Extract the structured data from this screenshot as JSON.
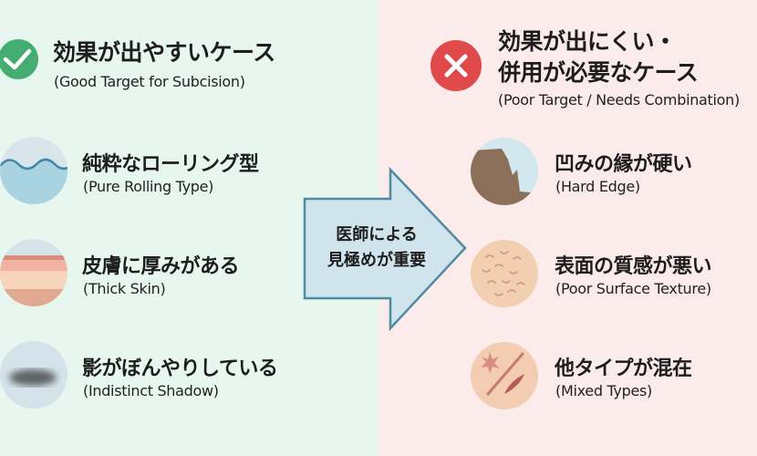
{
  "left": {
    "title": "効果が出やすいケース",
    "subtitle": "(Good Target for Subcision)",
    "accent": "#3fae6e",
    "items": [
      {
        "title": "純粋なローリング型",
        "subtitle": "(Pure Rolling Type)",
        "icon": "rolling-wave-icon"
      },
      {
        "title": "皮膚に厚みがある",
        "subtitle": "(Thick Skin)",
        "icon": "skin-layers-icon"
      },
      {
        "title": "影がぼんやりしている",
        "subtitle": "(Indistinct Shadow)",
        "icon": "blurred-shadow-icon"
      }
    ]
  },
  "center": {
    "line1": "医師による",
    "line2": "見極めが重要"
  },
  "right": {
    "title_line1": "効果が出にくい・",
    "title_line2": "併用が必要なケース",
    "subtitle": "(Poor Target / Needs Combination)",
    "accent": "#e04a4a",
    "items": [
      {
        "title": "凹みの縁が硬い",
        "subtitle": "(Hard Edge)",
        "icon": "hard-edge-icon"
      },
      {
        "title": "表面の質感が悪い",
        "subtitle": "(Poor Surface Texture)",
        "icon": "rough-texture-icon"
      },
      {
        "title": "他タイプが混在",
        "subtitle": "(Mixed Types)",
        "icon": "mixed-scars-icon"
      }
    ]
  }
}
